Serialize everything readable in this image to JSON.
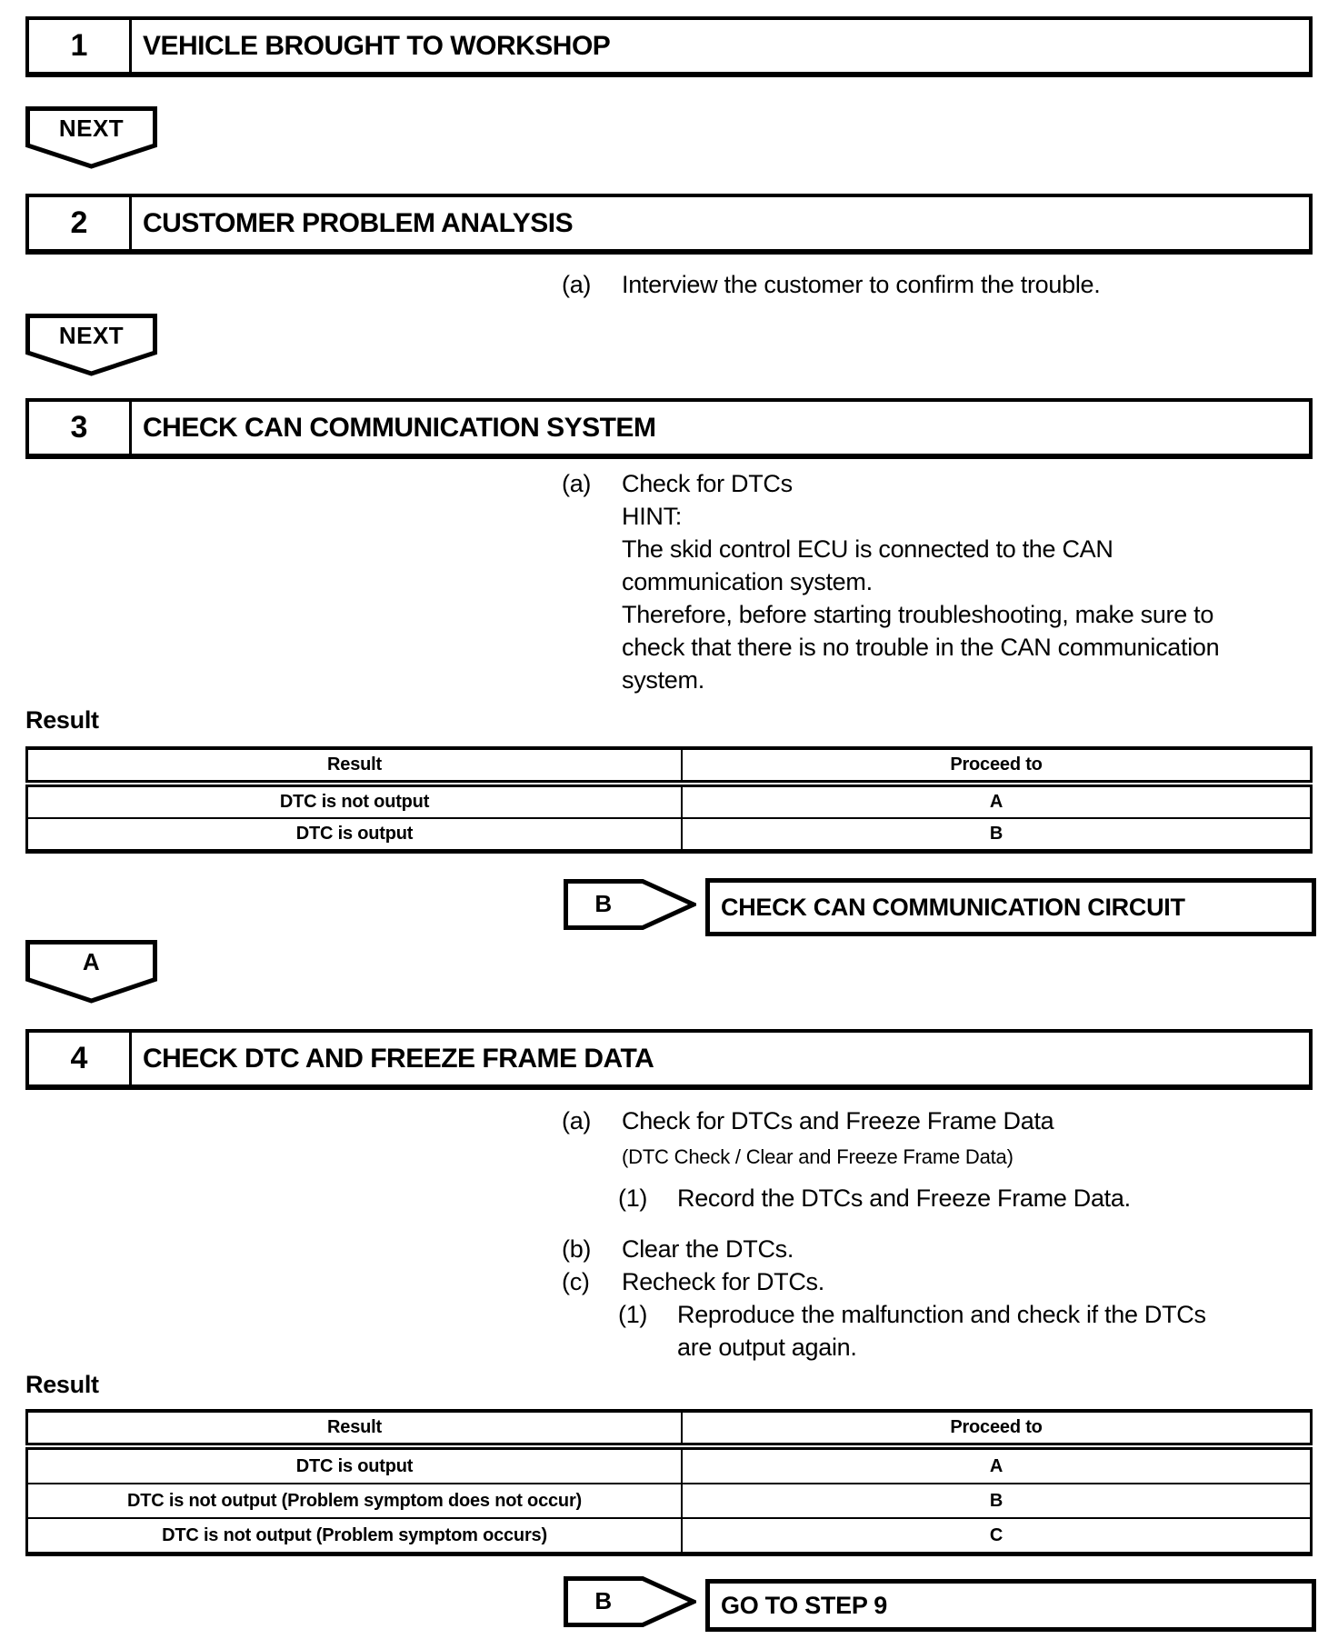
{
  "page": {
    "background": "#ffffff",
    "ink": "#000000"
  },
  "connectors": {
    "next": "NEXT",
    "a": "A",
    "b": "B"
  },
  "steps": [
    {
      "number": "1",
      "title": "VEHICLE BROUGHT TO WORKSHOP"
    },
    {
      "number": "2",
      "title": "CUSTOMER PROBLEM ANALYSIS"
    },
    {
      "number": "3",
      "title": "CHECK CAN COMMUNICATION SYSTEM"
    },
    {
      "number": "4",
      "title": "CHECK DTC AND FREEZE FRAME DATA"
    }
  ],
  "step2": {
    "a_label": "(a)",
    "a_text": "Interview the customer to confirm the trouble."
  },
  "step3": {
    "a_label": "(a)",
    "a_text": "Check for DTCs",
    "hint_label": "HINT:",
    "hint_lines": [
      "The skid control ECU is connected to the CAN",
      "communication system.",
      "Therefore, before starting troubleshooting, make sure to",
      "check that there is no trouble in the CAN communication",
      "system."
    ],
    "result_label": "Result",
    "table": {
      "col1": "Result",
      "col2": "Proceed to",
      "rows": [
        [
          "DTC is not output",
          "A"
        ],
        [
          "DTC is output",
          "B"
        ]
      ]
    },
    "b_action": "CHECK CAN COMMUNICATION CIRCUIT"
  },
  "step4": {
    "a_label": "(a)",
    "a_text": "Check for DTCs and Freeze Frame Data",
    "a_note": "(DTC Check / Clear and Freeze Frame Data)",
    "a1_label": "(1)",
    "a1_text": "Record the DTCs and Freeze Frame Data.",
    "b_label": "(b)",
    "b_text": "Clear the DTCs.",
    "c_label": "(c)",
    "c_text": "Recheck for DTCs.",
    "c1_label": "(1)",
    "c1_line1": "Reproduce the malfunction and check if the DTCs",
    "c1_line2": "are output again.",
    "result_label": "Result",
    "table": {
      "col1": "Result",
      "col2": "Proceed to",
      "rows": [
        [
          "DTC is output",
          "A"
        ],
        [
          "DTC is not output (Problem symptom does not occur)",
          "B"
        ],
        [
          "DTC is not output (Problem symptom occurs)",
          "C"
        ]
      ]
    },
    "b_action": "GO TO STEP 9"
  }
}
